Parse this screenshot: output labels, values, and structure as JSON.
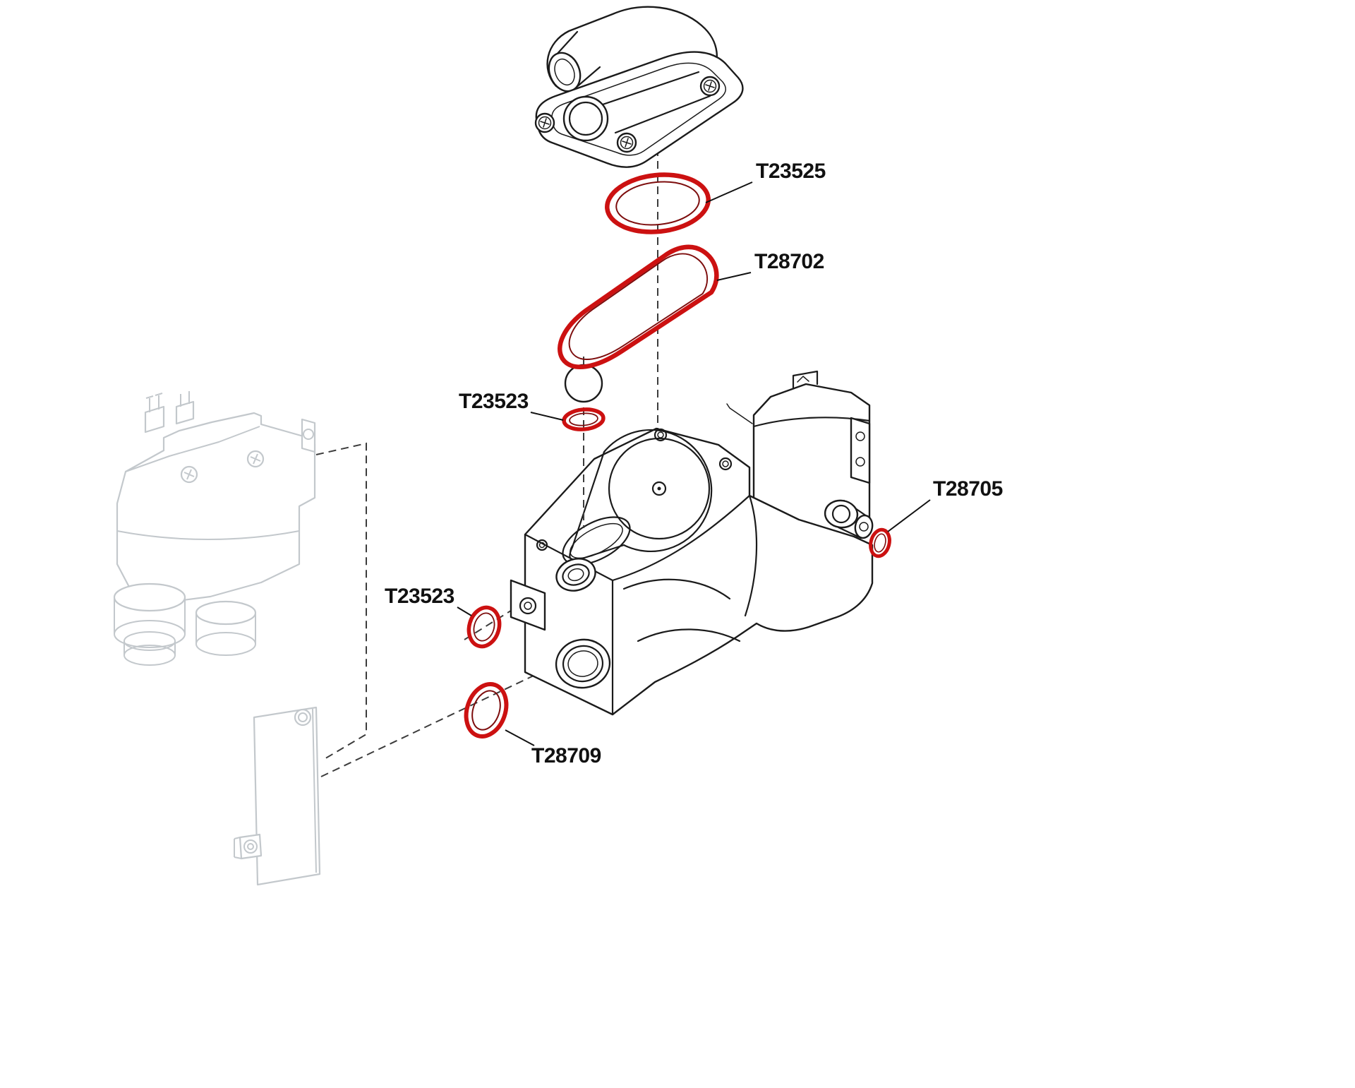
{
  "diagram": {
    "type": "exploded-parts-diagram",
    "background": "#ffffff",
    "callouts": [
      {
        "target": "o-ring-cover",
        "text": "T23525"
      },
      {
        "target": "gasket-teardrop",
        "text": "T28702"
      },
      {
        "target": "o-ring-ball-seat",
        "text": "T23523"
      },
      {
        "target": "o-ring-reservoir-fitting",
        "text": "T28705"
      },
      {
        "target": "o-ring-side-port",
        "text": "T23523"
      },
      {
        "target": "o-ring-lower-port",
        "text": "T28709"
      }
    ],
    "colors": {
      "highlight_red": "#cc1111",
      "highlight_red_dark": "#7d0d0d",
      "line_black": "#1b1b1b",
      "ghost_gray": "#c3c8cc",
      "dash_gray": "#3c3c3c",
      "label_black": "#111111"
    }
  }
}
